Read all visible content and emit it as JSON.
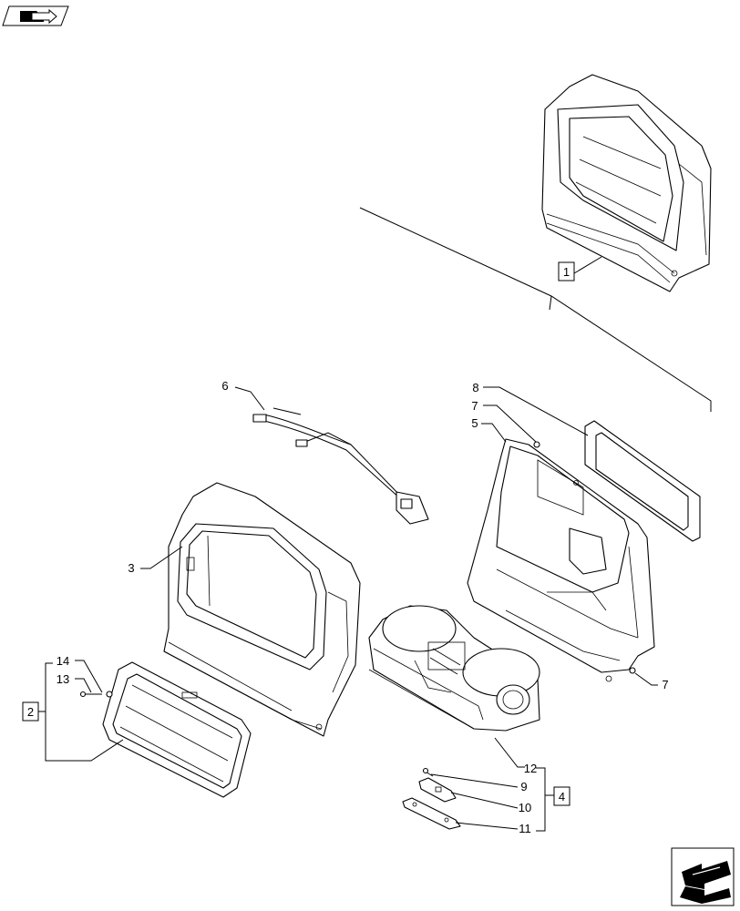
{
  "icons": {
    "header": "book-arrow-icon",
    "footer": "next-page-arrow-icon"
  },
  "callouts": {
    "c1": "1",
    "c2": "2",
    "c3": "3",
    "c4": "4",
    "c5": "5",
    "c6": "6",
    "c7a": "7",
    "c7b": "7",
    "c8": "8",
    "c9": "9",
    "c10": "10",
    "c11": "11",
    "c12": "12",
    "c13": "13",
    "c14": "14"
  }
}
